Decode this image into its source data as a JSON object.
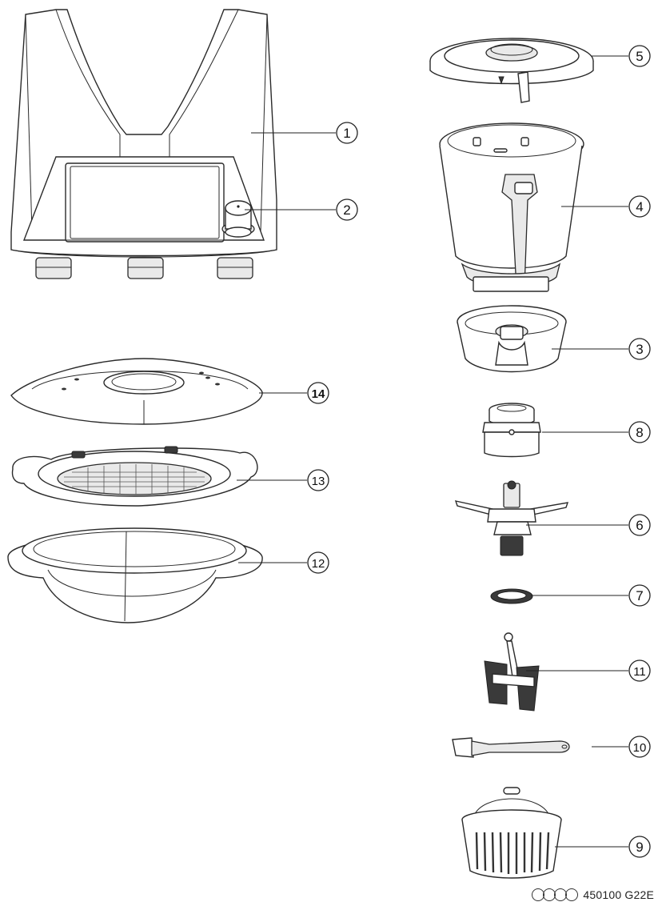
{
  "callouts": [
    {
      "id": "c1",
      "label": "1",
      "part": "base-unit"
    },
    {
      "id": "c2",
      "label": "2",
      "part": "selector-knob"
    },
    {
      "id": "c3",
      "label": "3",
      "part": "mixing-bowl-base"
    },
    {
      "id": "c4",
      "label": "4",
      "part": "mixing-bowl"
    },
    {
      "id": "c5",
      "label": "5",
      "part": "mixing-bowl-lid"
    },
    {
      "id": "c6",
      "label": "6",
      "part": "mixing-knife"
    },
    {
      "id": "c7",
      "label": "7",
      "part": "sealing-ring"
    },
    {
      "id": "c8",
      "label": "8",
      "part": "measuring-cup"
    },
    {
      "id": "c9",
      "label": "9",
      "part": "simmering-basket"
    },
    {
      "id": "c10",
      "label": "10",
      "part": "spatula"
    },
    {
      "id": "c11",
      "label": "11",
      "part": "butterfly-whisk"
    },
    {
      "id": "c12",
      "label": "12",
      "part": "steamer-bowl"
    },
    {
      "id": "c13",
      "label": "13",
      "part": "steamer-tray"
    },
    {
      "id": "c14",
      "label": "14",
      "part": "steamer-lid"
    }
  ],
  "footer": {
    "code": "450100 G22E",
    "circle_count": 4
  }
}
